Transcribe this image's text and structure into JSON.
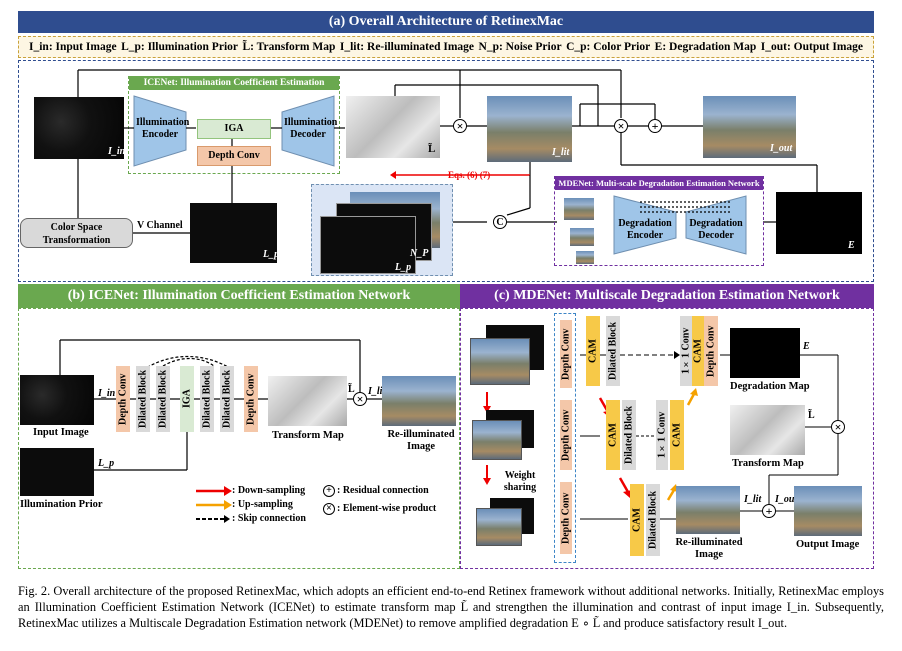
{
  "panel_a": {
    "title": "(a) Overall Architecture of RetinexMac",
    "legend": [
      "I_in: Input Image",
      "L_p: Illumination Prior",
      "L̃: Transform Map",
      "I_lit: Re-illuminated Image",
      "N_p: Noise Prior",
      "C_p: Color Prior",
      "E: Degradation Map",
      "I_out: Output Image"
    ],
    "icenet_title": "ICENet: Illumination Coefficient Estimation Network",
    "illum_encoder": "Illumination Encoder",
    "iga": "IGA",
    "illum_decoder": "Illumination Decoder",
    "depth_conv": "Depth Conv",
    "color_space": "Color Space Transformation",
    "v_channel": "V Channel",
    "eqs": "Eqs. (6) (7)",
    "mdenet_title": "MDENet: Multi-scale Degradation Estimation Network",
    "deg_encoder": "Degradation Encoder",
    "deg_decoder": "Degradation Decoder",
    "labels": {
      "i_in": "I_in",
      "l_p": "L_p",
      "l_tilde": "L̃",
      "i_lit": "I_lit",
      "i_out": "I_out",
      "n_p": "N_P",
      "e": "E",
      "c": "C"
    }
  },
  "panel_b": {
    "title": "(b) ICENet: Illumination Coefficient Estimation Network",
    "blocks": [
      "Depth Conv",
      "Dilated Block",
      "Dilated Block",
      "IGA",
      "Dilated Block",
      "Dilated Block",
      "Depth Conv"
    ],
    "input_image": "Input Image",
    "illumination_prior": "Illumination Prior",
    "transform_map": "Transform Map",
    "reilluminated": "Re-illuminated Image",
    "i_in": "I_in",
    "l_p": "L_p",
    "l_tilde": "L̃",
    "i_lit": "I_lit",
    "legend": [
      ": Down-sampling",
      ": Up-sampling",
      ": Skip connection",
      ": Residual connection",
      ": Element-wise product"
    ]
  },
  "panel_c": {
    "title": "(c) MDENet: Multiscale Degradation Estimation Network",
    "depth_conv": "Depth Conv",
    "weight_sharing": "Weight sharing",
    "cam": "CAM",
    "dilated_block": "Dilated Block",
    "conv1x1": "1×1 Conv",
    "degradation_map": "Degradation Map",
    "transform_map": "Transform Map",
    "reilluminated": "Re-illuminated Image",
    "output_image": "Output Image",
    "e": "E",
    "l_tilde": "L̃",
    "i_lit": "I_lit",
    "i_out": "I_out"
  },
  "caption": "Fig. 2.  Overall architecture of the proposed RetinexMac, which adopts an efficient end-to-end Retinex framework without additional networks. Initially, RetinexMac employs an Illumination Coefficient Estimation Network (ICENet) to estimate transform map L̃ and strengthen the illumination and contrast of input image I_in. Subsequently, RetinexMac utilizes a Multiscale Degradation Estimation network (MDENet) to remove amplified degradation E ∘ L̃ and produce satisfactory result I_out.",
  "colors": {
    "title_blue": "#2f4d8f",
    "green": "#6aa84f",
    "purple": "#7030a0",
    "encoder_blue": "#9fc5e8",
    "depth_conv": "#f4c7a9",
    "iga": "#d9ead3",
    "cam": "#f7c948",
    "dilated": "#d9d9d9"
  }
}
